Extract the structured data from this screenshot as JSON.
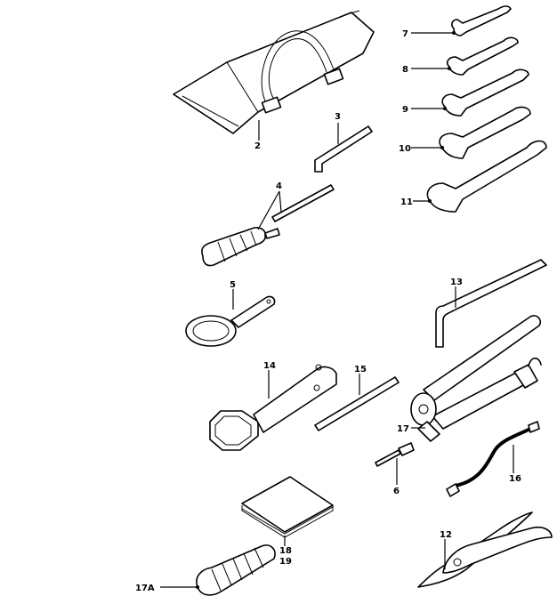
{
  "labels": {
    "l2": "2",
    "l3": "3",
    "l4": "4",
    "l5": "5",
    "l6": "6",
    "l7": "7",
    "l8": "8",
    "l9": "9",
    "l10": "10",
    "l11": "11",
    "l12": "12",
    "l13": "13",
    "l14": "14",
    "l15": "15",
    "l16": "16",
    "l17": "17",
    "l17a": "17A",
    "l18": "18",
    "l19": "19"
  }
}
